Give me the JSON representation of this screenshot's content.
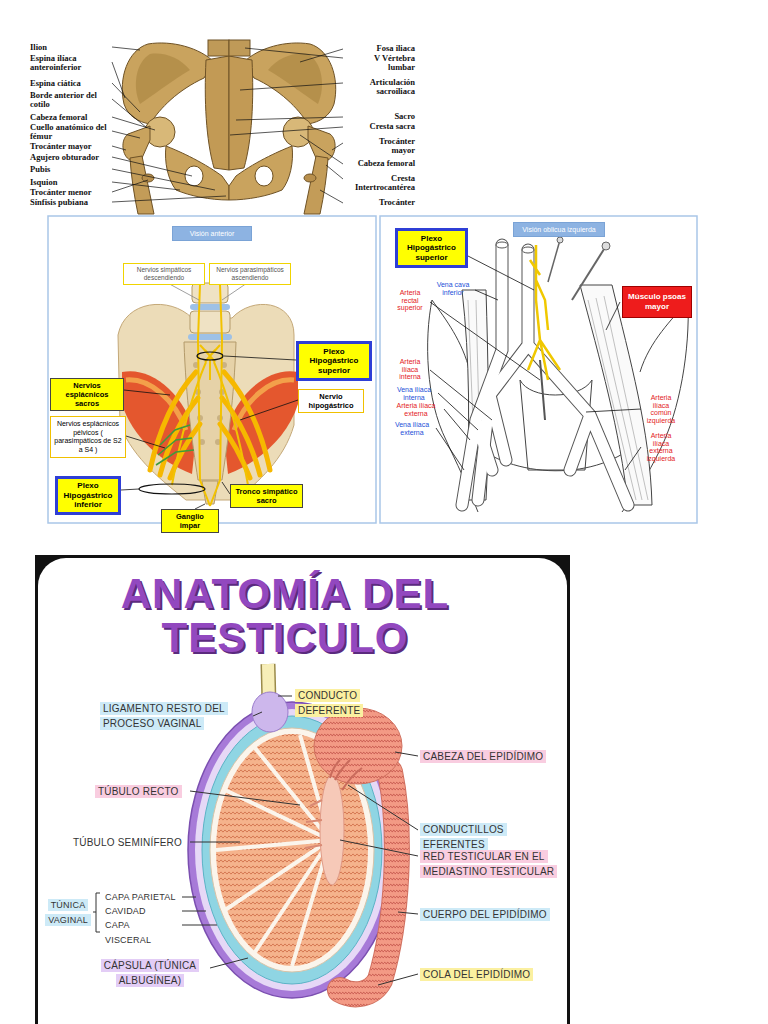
{
  "diagram": {
    "title": "ANATOMÍA DEL TESTICULO",
    "nodes": [
      {
        "text": [
          "Visión anterior"
        ]
      },
      {
        "text": [
          "Nervios simpáticos descendiendo"
        ]
      },
      {
        "text": [
          "Nervios parasimpáticos ascendiendo"
        ]
      },
      {
        "text": [
          "Plexo Hipogástrico superior"
        ]
      },
      {
        "text": [
          "Nervios esplácnicos sacros"
        ]
      },
      {
        "text": [
          "Nervio hipogástrico"
        ]
      },
      {
        "text": [
          "Nervios esplácnicos pélvicos ( parasimpáticos de S2 a S4 )"
        ]
      },
      {
        "text": [
          "Plexo Hipogástrico inferior"
        ]
      },
      {
        "text": [
          "Tronco simpático sacro"
        ]
      },
      {
        "text": [
          "Ganglio impar"
        ]
      },
      {
        "text": [
          "Visión oblicua izquierda"
        ]
      },
      {
        "text": [
          "Plexo Hipogástrico superior"
        ]
      },
      {
        "text": [
          "Músculo psoas mayor"
        ]
      }
    ],
    "labels": [
      "Ilion",
      "Espina ilíaca anteroinferior",
      "Espina ciática",
      "Borde anterior del cotilo",
      "Cabeza femoral",
      "Cuello anatómico del fémur",
      "Trocánter mayor",
      "Agujero obturador",
      "Pubis",
      "Isquion",
      "Trocánter menor",
      "Sínfisis pubiana",
      "Fosa iliaca",
      "V Vértebra lumbar",
      "Articulación sacroiliaca",
      "Sacro",
      "Cresta sacra",
      "Trocánter mayor",
      "Cabeza femoral",
      "Cresta Intertrocantérea",
      "Trocánter",
      "Arteria rectal superior",
      "Vena cava inferior",
      "Arteria ilíaca interna",
      "Vena ilíaca interna",
      "Arteria ilíaca externa",
      "Vena ilíaca externa",
      "Arteria ilíaca común izquierda",
      "Arteria ilíaca externa izquierda",
      "LIGAMENTO RESTO DEL PROCESO VAGINAL",
      "CONDUCTO DEFERENTE",
      "CABEZA DEL EPIDÍDIMO",
      "TÚBULO RECTO",
      "CONDUCTILLOS EFERENTES",
      "TÚBULO SEMINÍFERO",
      "RED TESTICULAR EN EL MEDIASTINO TESTICULAR",
      "TÚNICA VAGINAL",
      "CAPA PARIETAL",
      "CAVIDAD",
      "CAPA VISCERAL",
      "CUERPO DEL EPIDÍDIMO",
      "CÁPSULA (TÚNICA ALBUGÍNEA)",
      "COLA DEL EPIDÍDIMO"
    ]
  }
}
